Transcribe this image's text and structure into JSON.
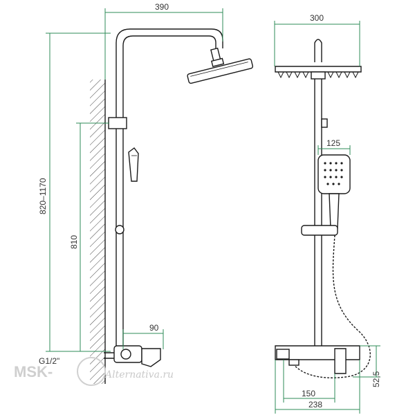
{
  "dimensions": {
    "side_width": "390",
    "head_width": "300",
    "head_text_inner": "300",
    "height_total": "820–1170",
    "height_810": "810",
    "thread": "G1/2\"",
    "mixer_depth": "90",
    "handshower_width": "125",
    "offset_150": "150",
    "width_238": "238",
    "depth_52_5": "52,5"
  },
  "watermark": {
    "brand": "MSK-",
    "site": "Alternativa.ru"
  },
  "colors": {
    "dimension_line": "#2e8b57",
    "drawing_line": "#1a1a1a"
  }
}
